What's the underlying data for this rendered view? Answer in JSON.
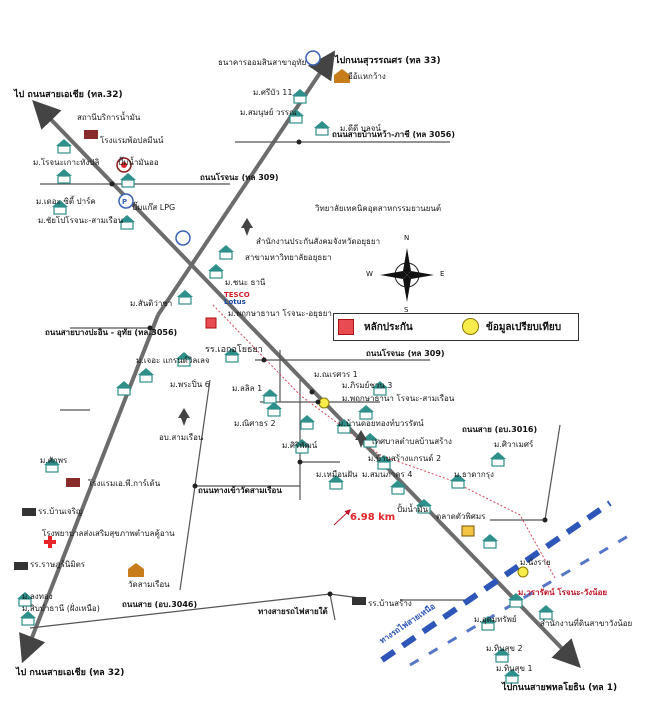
{
  "destinations": {
    "north": "ไปกนนสุวรรณศร (ทล 33)",
    "northwest": "ไป ถนนสายเอเชีย (ทล.32)",
    "southwest": "ไป กนนสายเอเชีย (ทล 32)",
    "southeast": "ไปกนนสายพหลโยธิน (ทล 1)"
  },
  "roads": {
    "r1": "ถนนสายบ้านหว้า-ภาชี (ทล 3056)",
    "r2": "ถนนโรจนะ (ทล 309)",
    "r3": "ถนนสายบางปะอิน - อุทัย (ทล.3056)",
    "r4": "ถนนโรจนะ (ทล 309)",
    "r5": "ถนนสาย (อบ.3016)",
    "r6": "ถนนทางเข้าวัดสามเรือน",
    "r7": "ถนนสาย (อบ.3046)",
    "r8": "ทางสายรถไฟสายใต้",
    "r9": "ทางรถไฟสายเหนือ"
  },
  "distance": "6.98 km",
  "tesco": {
    "line1": "TESCO",
    "line2": "Lotus"
  },
  "legend": {
    "subject": "หลักประกัน",
    "comparable": "ข้อมูลเปรียบเทียบ"
  },
  "compass": {
    "n": "N",
    "s": "S",
    "e": "E",
    "w": "W"
  },
  "places": {
    "p1": "ธนาคารออมสินสาขาอุทัย",
    "p2": "อีอ้แหกว้าง",
    "p3": "ม.ศรีบัว 11",
    "p4": "ม.สมนุษย์ วรรณ",
    "p5": "ม.ดีดี บลจน์",
    "p6": "สถานีบริการน้ำมัน",
    "p7": "โรงแรมพ้อปลมีนน์",
    "p8": "ม.โรจนะเกาะทังปลิ",
    "p9": "ปั๊มน้ำมันออ",
    "p10": "ม.เดอะ ซิตี้ ปาร์ค",
    "p11": "ปั๊มแก๊ส LPG",
    "p12": "ม.ชัยโปโรจนะ-สามเรือน",
    "p13": "วิทยาลัยเทคนิคอุตสาหกรรมยานยนต์",
    "p14": "สำนักงานประกันสังคมจังหวัดอยุธยา",
    "p15": "สาขามหาวิทยาลัยอยุธยา",
    "p16": "ม.ชนะ ธานี",
    "p17": "ม.สันติว่าชา",
    "p18": "ม.พฤกษาธานา โรจนะ-อยุธยา",
    "p19": "รร.เอกอโยธยา",
    "p20": "ม.เจอะ แกรนด์วิลเลจ",
    "p21": "ม.พระปิ่น 6",
    "p22": "ม.ณเรศวร 1",
    "p23": "ม.ภิรมย์ชวน 3",
    "p24": "ม.พฤกษาธานา โรจนะ-สามเรือน",
    "p25": "ม.ลลิล 1",
    "p26": "ม.ณิศาธร 2",
    "p27": "ม.บ้านดอยทองท์บวรรัตน์",
    "p28": "ม.ศิริพัฒน์",
    "p29": "เทศบาลตำบลบ้านสร้าง",
    "p30": "ม.บ้านสร้างแกรนด์ 2",
    "p31": "ม.เหมือนฝัน",
    "p32": "ม.สมนภาคร 4",
    "p33": "ปั้มน้ำมัน",
    "p34": "ตลาดตัวพิศมร",
    "p35": "อบ.สามเรือน",
    "p36": "ม.ศักพร",
    "p37": "โรงแรมเอ.พี.การ์เด้น",
    "p38": "รร.บ้านเจริญ",
    "p39": "โรงพยาบาลส่งเสริมสุขภาพตำบลคู้อาน",
    "p40": "รร.ราษฎร์นิมิตร",
    "p41": "ม.ลงทอง",
    "p42": "ม.สิบบำธานี (ฝั่งเหนือ)",
    "p43": "วัดสามเรือน",
    "p44": "รร.บ้านสร้าง",
    "p45": "ม.ศิวาเมศร์",
    "p46": "ม.ธาดากรุง",
    "p47": "ม.นั่งราย",
    "p48": "ม.วรารัตน์ โรจนะ-วังน้อย",
    "p49": "สำนักงานที่ดินสาขาวังน้อย",
    "p50": "ม.อุดมทรัพย์",
    "p51": "ม.ทินสุข 2",
    "p52": "ม.ทินสุข 1"
  }
}
